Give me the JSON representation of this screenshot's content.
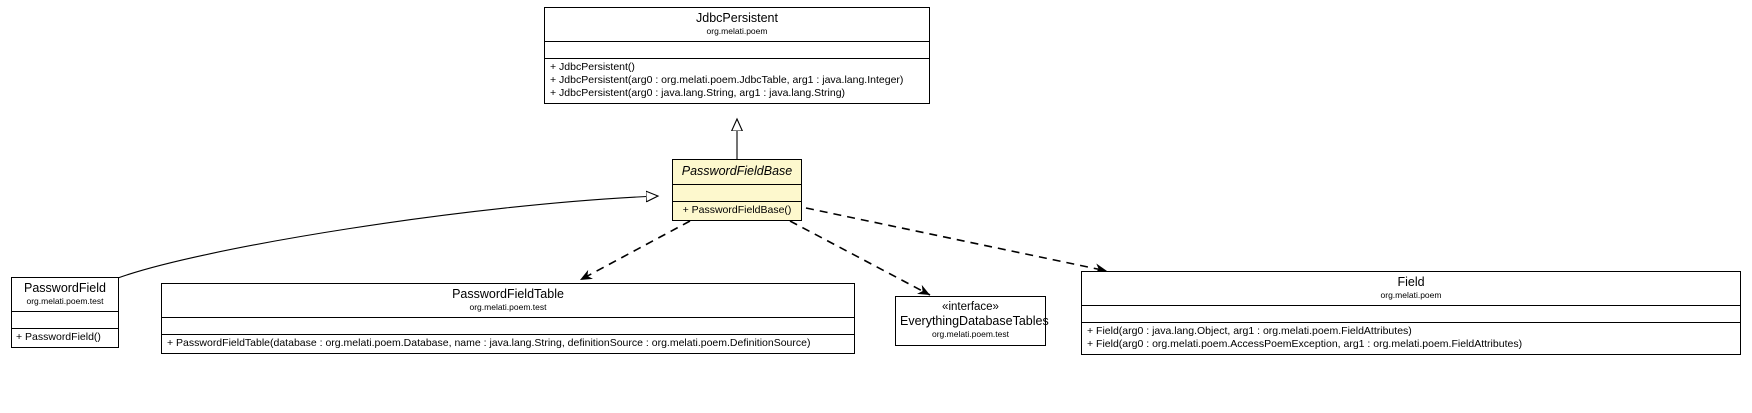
{
  "diagram": {
    "title": "PasswordFieldBase UML class diagram",
    "type": "uml-class-diagram",
    "background": "#ffffff",
    "highlight_color": "#fdf8cd",
    "line_color": "#000000"
  },
  "classes": {
    "jdbc_persistent": {
      "name": "JdbcPersistent",
      "package": "org.melati.poem",
      "operations": [
        "+ JdbcPersistent()",
        "+ JdbcPersistent(arg0 : org.melati.poem.JdbcTable, arg1 : java.lang.Integer)",
        "+ JdbcPersistent(arg0 : java.lang.String, arg1 : java.lang.String)"
      ]
    },
    "password_field_base": {
      "name": "PasswordFieldBase",
      "package": "",
      "operations": [
        "+ PasswordFieldBase()"
      ]
    },
    "password_field": {
      "name": "PasswordField",
      "package": "org.melati.poem.test",
      "operations": [
        "+ PasswordField()"
      ]
    },
    "password_field_table": {
      "name": "PasswordFieldTable",
      "package": "org.melati.poem.test",
      "operations": [
        "+ PasswordFieldTable(database : org.melati.poem.Database, name : java.lang.String, definitionSource : org.melati.poem.DefinitionSource)"
      ]
    },
    "everything_database_tables": {
      "name": "EverythingDatabaseTables",
      "stereotype": "«interface»",
      "package": "org.melati.poem.test",
      "operations": []
    },
    "field": {
      "name": "Field",
      "package": "org.melati.poem",
      "operations": [
        "+ Field(arg0 : java.lang.Object, arg1 : org.melati.poem.FieldAttributes)",
        "+ Field(arg0 : org.melati.poem.AccessPoemException, arg1 : org.melati.poem.FieldAttributes)"
      ]
    }
  },
  "relations": [
    {
      "from": "password_field_base",
      "to": "jdbc_persistent",
      "kind": "generalization"
    },
    {
      "from": "password_field",
      "to": "password_field_base",
      "kind": "generalization"
    },
    {
      "from": "password_field_base",
      "to": "password_field_table",
      "kind": "dependency"
    },
    {
      "from": "password_field_base",
      "to": "everything_database_tables",
      "kind": "dependency"
    },
    {
      "from": "password_field_base",
      "to": "field",
      "kind": "dependency"
    }
  ]
}
